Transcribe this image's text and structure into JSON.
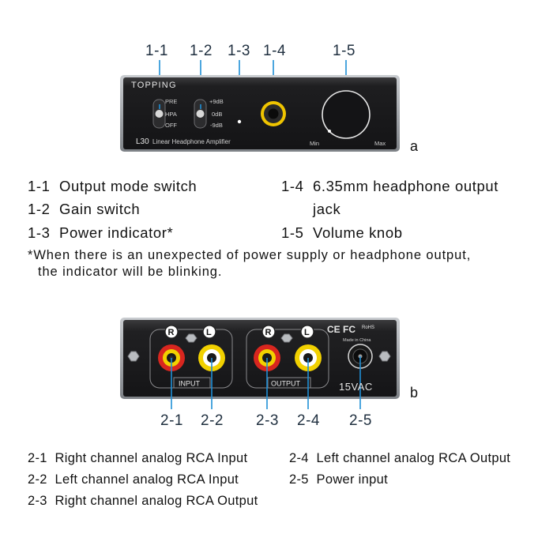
{
  "front": {
    "callouts": [
      "1-1",
      "1-2",
      "1-3",
      "1-4",
      "1-5"
    ],
    "brand": "TOPPING",
    "mode_labels": [
      "PRE",
      "HPA",
      "OFF"
    ],
    "gain_labels": [
      "+9dB",
      "0dB",
      "-9dB"
    ],
    "model": "L30",
    "subtitle": "Linear Headphone Amplifier",
    "knob_min": "Min",
    "knob_max": "Max",
    "letter": "a"
  },
  "front_legend": [
    {
      "num": "1-1",
      "text": "Output mode switch"
    },
    {
      "num": "1-2",
      "text": "Gain switch"
    },
    {
      "num": "1-3",
      "text": "Power indicator*"
    },
    {
      "num": "1-4",
      "text": "6.35mm headphone output"
    },
    {
      "num": "",
      "text": "jack"
    },
    {
      "num": "1-5",
      "text": "Volume knob"
    }
  ],
  "note": {
    "line1": "*When there is an unexpected of power supply or headphone output,",
    "line2": "the indicator will be blinking."
  },
  "back": {
    "callouts": [
      "2-1",
      "2-2",
      "2-3",
      "2-4",
      "2-5"
    ],
    "input_label": "INPUT",
    "output_label": "OUTPUT",
    "r": "R",
    "l": "L",
    "cert": "CE FC",
    "rohs": "RoHS",
    "made_in": "Made in China",
    "power_label": "15VAC",
    "letter": "b"
  },
  "back_legend": [
    {
      "num": "2-1",
      "text": "Right channel analog RCA Input"
    },
    {
      "num": "2-2",
      "text": "Left channel analog RCA Input"
    },
    {
      "num": "2-3",
      "text": "Right channel analog RCA Output"
    },
    {
      "num": "2-4",
      "text": "Left channel analog RCA Output"
    },
    {
      "num": "2-5",
      "text": "Power input"
    }
  ],
  "colors": {
    "callout_line": "#1f8fd6",
    "panel_dark": "#1c1c1e",
    "rca_red": "#d8261f",
    "rca_yellow": "#f2d100"
  }
}
